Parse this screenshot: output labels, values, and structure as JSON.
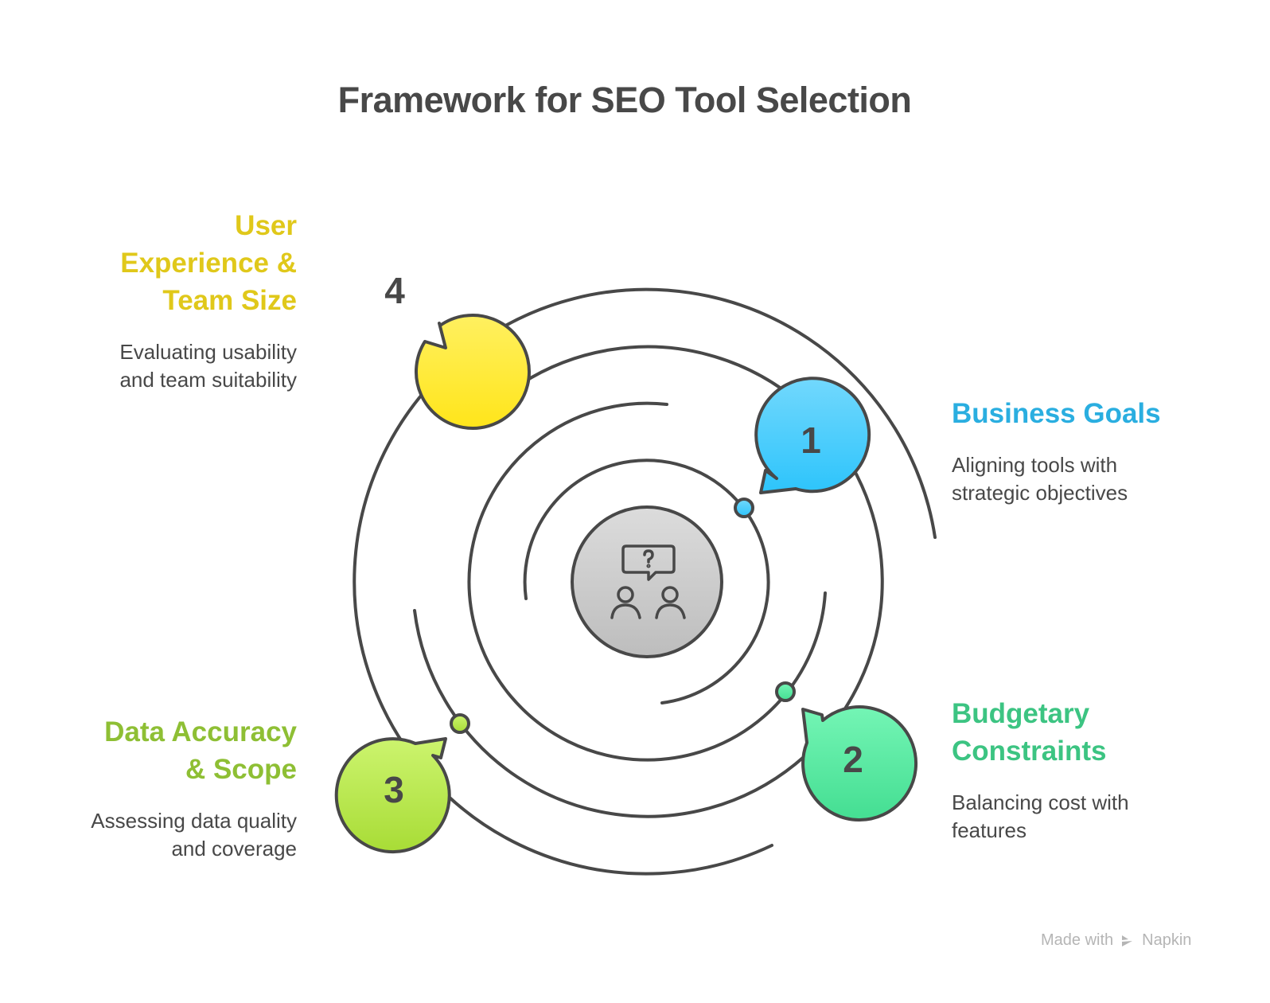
{
  "title": "Framework for SEO Tool Selection",
  "center": {
    "icon": "people-question-icon"
  },
  "items": [
    {
      "number": "1",
      "title": "Business Goals",
      "description": "Aligning tools with strategic objectives",
      "color": "#2aaee0",
      "fill_top": "#72d8fd",
      "fill_bottom": "#2dc4fb"
    },
    {
      "number": "2",
      "title": "Budgetary Constraints",
      "description": "Balancing cost with features",
      "color": "#3cc482",
      "fill_top": "#74f5b5",
      "fill_bottom": "#44de92"
    },
    {
      "number": "3",
      "title": "Data Accuracy & Scope",
      "description": "Assessing data quality and coverage",
      "color": "#8ebf34",
      "fill_top": "#ccf46e",
      "fill_bottom": "#a8dc36"
    },
    {
      "number": "4",
      "title": "User Experience & Team Size",
      "description": "Evaluating usability and team suitability",
      "color": "#e0c81a",
      "fill_top": "#fff060",
      "fill_bottom": "#ffe51a"
    }
  ],
  "watermark": {
    "prefix": "Made with",
    "brand": "Napkin"
  }
}
